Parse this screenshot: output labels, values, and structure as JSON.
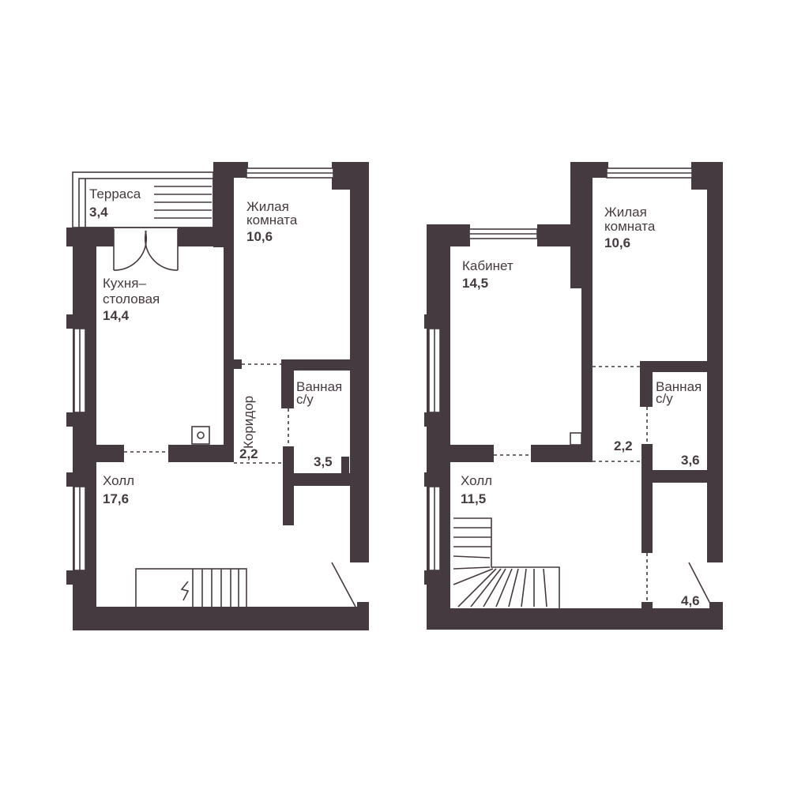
{
  "floor1": {
    "terrace": {
      "name": "Терраса",
      "area": "3,4"
    },
    "living": {
      "name_line1": "Жилая",
      "name_line2": "комната",
      "area": "10,6"
    },
    "kitchen": {
      "name_line1": "Кухня–",
      "name_line2": "столовая",
      "area": "14,4"
    },
    "corridor": {
      "name": "Коридор",
      "area": "2,2"
    },
    "bath": {
      "name_line1": "Ванная",
      "name_line2": "с/у",
      "area": "3,5"
    },
    "hall": {
      "name": "Холл",
      "area": "17,6"
    }
  },
  "floor2": {
    "living": {
      "name_line1": "Жилая",
      "name_line2": "комната",
      "area": "10,6"
    },
    "office": {
      "name": "Кабинет",
      "area": "14,5"
    },
    "passage": {
      "area": "2,2"
    },
    "bath": {
      "name_line1": "Ванная",
      "name_line2": "с/у",
      "area": "3,6"
    },
    "hall": {
      "name": "Холл",
      "area": "11,5"
    },
    "storage": {
      "area": "4,6"
    }
  },
  "colors": {
    "wall": "#463a41",
    "background": "#ffffff"
  }
}
